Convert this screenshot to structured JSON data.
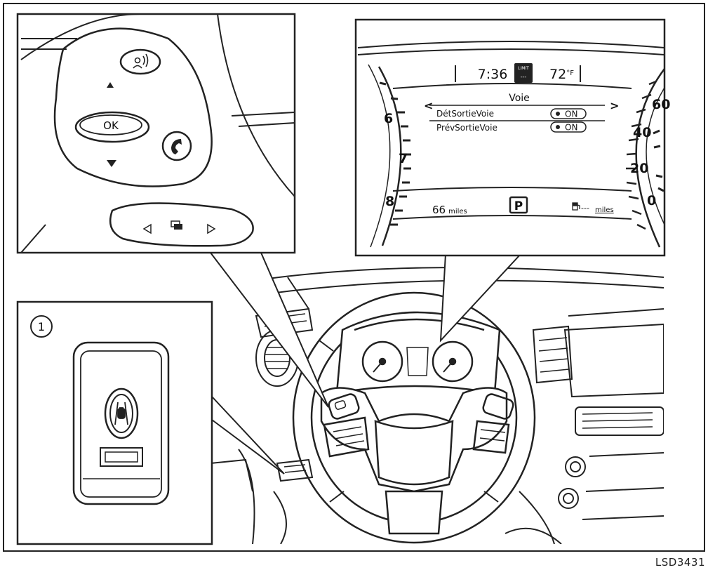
{
  "figure_code": "LSD3431",
  "callout_number": "1",
  "steering_controls": {
    "ok_label": "OK",
    "voice_icon": "voice-command-icon",
    "phone_icon": "phone-icon",
    "up_icon": "triangle-up-icon",
    "down_icon": "triangle-down-icon",
    "left_icon": "triangle-left-icon",
    "right_icon": "triangle-right-icon",
    "display_icon": "display-toggle-icon"
  },
  "cluster": {
    "time": "7:36",
    "limit_label": "LIMIT",
    "limit_value": "---",
    "temp_value": "72",
    "temp_unit": "°F",
    "menu_title": "Voie",
    "nav_left": "<",
    "nav_right": ">",
    "menu_items": [
      {
        "label": "DétSortieVoie",
        "state": "ON"
      },
      {
        "label": "PrévSortieVoie",
        "state": "ON"
      }
    ],
    "tach_labels": [
      "6",
      "7",
      "8"
    ],
    "speed_labels": [
      "60",
      "40",
      "20",
      "0"
    ],
    "range_value": "66",
    "range_unit": "miles",
    "gear": "P",
    "fuel_value": "---",
    "fuel_unit": "miles"
  },
  "switch_panel": {
    "icon": "lane-assist-icon"
  }
}
